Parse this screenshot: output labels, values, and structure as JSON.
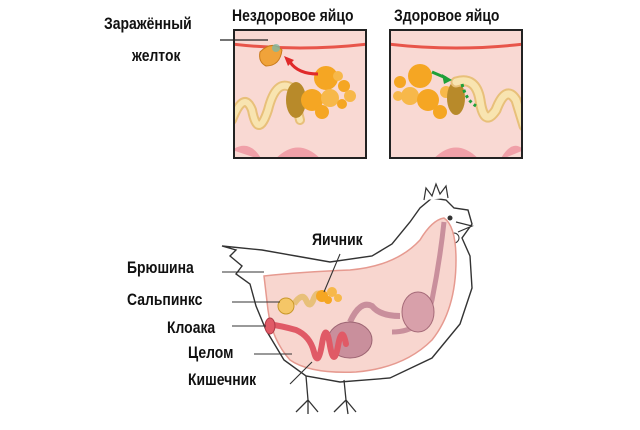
{
  "top": {
    "infected_yolk_label_line1": "Заражённый",
    "infected_yolk_label_line2": "желток",
    "unhealthy_egg_title": "Нездоровое яйцо",
    "healthy_egg_title": "Здоровое яйцо"
  },
  "chicken": {
    "labels": {
      "ovary": "Яичник",
      "peritoneum": "Брюшина",
      "salpinx": "Сальпинкс",
      "cloaca": "Клоака",
      "coelom": "Целом",
      "intestine": "Кишечник"
    }
  },
  "colors": {
    "panel_bg": "#f9d9d3",
    "membrane_line": "#e8554a",
    "yolk": "#f5a623",
    "yolk_light": "#fcd27a",
    "oviduct": "#f3d69a",
    "red_arrow": "#e02a2a",
    "green_arrow": "#1fa03a",
    "intestine": "#e05a66",
    "stomach": "#c98f9c",
    "body_fill": "#f8d6cf"
  }
}
